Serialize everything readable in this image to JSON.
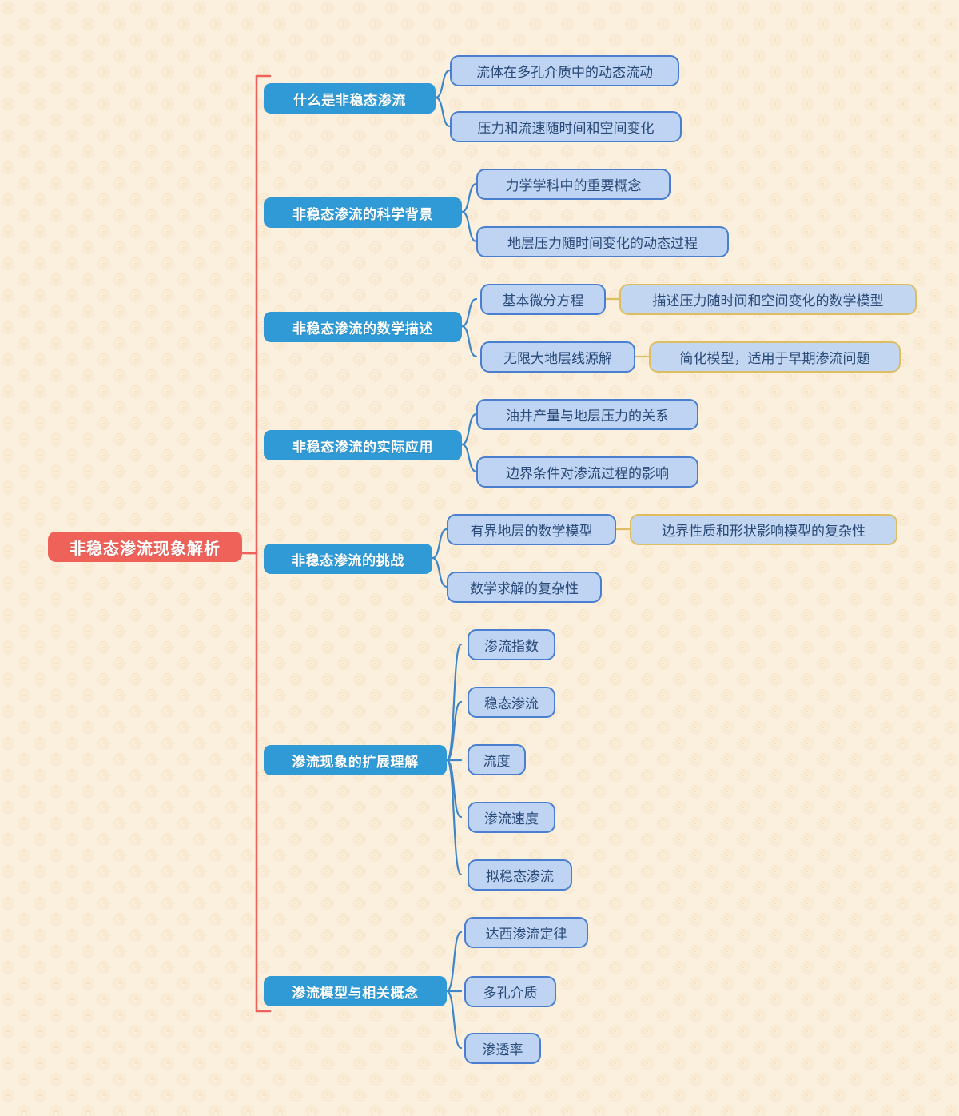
{
  "diagram": {
    "type": "mindmap",
    "title": "非稳态渗流现象解析",
    "colors": {
      "background": "#fbf0de",
      "root_fill": "#ef6259",
      "level1_fill": "#2f9ad6",
      "level2_fill": "#bed4f2",
      "level2_border": "#4a7fd0",
      "level3_fill": "#c2d6f1",
      "level3_border": "#ddbe63",
      "trunk_line": "#ef6259",
      "branch_line": "#3e86c8",
      "sub_branch_line": "#ddbe63",
      "node_text_dark": "#2a4a78",
      "node_text_light": "#ffffff"
    },
    "root": {
      "label": "非稳态渗流现象解析"
    },
    "branches": [
      {
        "label": "什么是非稳态渗流",
        "children": [
          {
            "label": "流体在多孔介质中的动态流动",
            "children": []
          },
          {
            "label": "压力和流速随时间和空间变化",
            "children": []
          }
        ]
      },
      {
        "label": "非稳态渗流的科学背景",
        "children": [
          {
            "label": "力学学科中的重要概念",
            "children": []
          },
          {
            "label": "地层压力随时间变化的动态过程",
            "children": []
          }
        ]
      },
      {
        "label": "非稳态渗流的数学描述",
        "children": [
          {
            "label": "基本微分方程",
            "children": [
              {
                "label": "描述压力随时间和空间变化的数学模型"
              }
            ]
          },
          {
            "label": "无限大地层线源解",
            "children": [
              {
                "label": "简化模型，适用于早期渗流问题"
              }
            ]
          }
        ]
      },
      {
        "label": "非稳态渗流的实际应用",
        "children": [
          {
            "label": "油井产量与地层压力的关系",
            "children": []
          },
          {
            "label": "边界条件对渗流过程的影响",
            "children": []
          }
        ]
      },
      {
        "label": "非稳态渗流的挑战",
        "children": [
          {
            "label": "有界地层的数学模型",
            "children": [
              {
                "label": "边界性质和形状影响模型的复杂性"
              }
            ]
          },
          {
            "label": "数学求解的复杂性",
            "children": []
          }
        ]
      },
      {
        "label": "渗流现象的扩展理解",
        "children": [
          {
            "label": "渗流指数",
            "children": []
          },
          {
            "label": "稳态渗流",
            "children": []
          },
          {
            "label": "流度",
            "children": []
          },
          {
            "label": "渗流速度",
            "children": []
          },
          {
            "label": "拟稳态渗流",
            "children": []
          }
        ]
      },
      {
        "label": "渗流模型与相关概念",
        "children": [
          {
            "label": "达西渗流定律",
            "children": []
          },
          {
            "label": "多孔介质",
            "children": []
          },
          {
            "label": "渗透率",
            "children": []
          }
        ]
      }
    ]
  }
}
